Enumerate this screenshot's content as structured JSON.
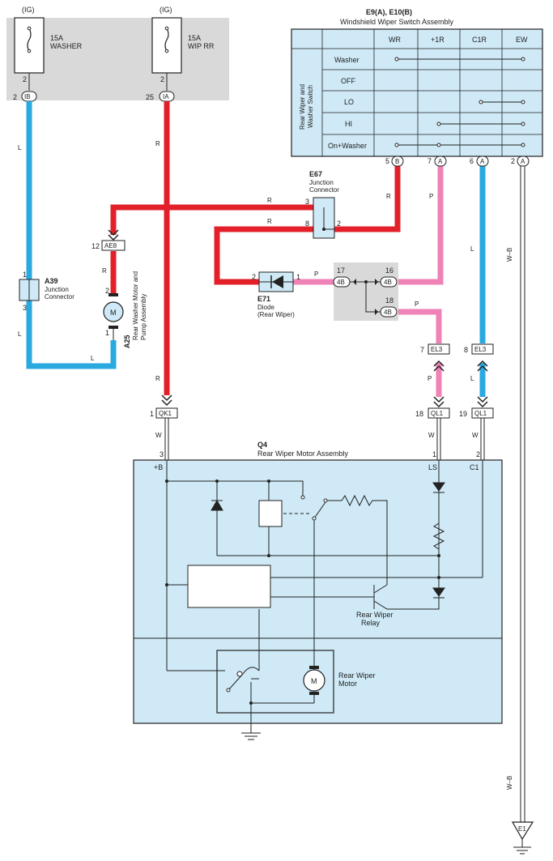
{
  "fuse_box": {
    "fuse_washer": {
      "ig": "(IG)",
      "rating": "15A",
      "name": "WASHER",
      "pin": "2",
      "conn_pin": "2",
      "conn": "IB"
    },
    "fuse_wiprr": {
      "ig": "(IG)",
      "rating": "15A",
      "name": "WIP RR",
      "pin": "2",
      "conn_pin": "25",
      "conn": "IA"
    }
  },
  "switch": {
    "code": "E9(A), E10(B)",
    "title": "Windshield Wiper Switch Assembly",
    "side_label_1": "Rear Wiper and",
    "side_label_2": "Washer Switch",
    "columns": [
      "WR",
      "+1R",
      "C1R",
      "EW"
    ],
    "rows": [
      "Washer",
      "OFF",
      "LO",
      "HI",
      "On+Washer"
    ],
    "terminals": [
      {
        "pin": "5",
        "conn": "B"
      },
      {
        "pin": "7",
        "conn": "A"
      },
      {
        "pin": "6",
        "conn": "A"
      },
      {
        "pin": "2",
        "conn": "A"
      }
    ]
  },
  "junction_e67": {
    "code": "E67",
    "name_1": "Junction",
    "name_2": "Connector",
    "pin3": "3",
    "pin8": "8",
    "pin2": "2"
  },
  "junction_a39": {
    "code": "A39",
    "name_1": "Junction",
    "name_2": "Connector",
    "pin1": "1",
    "pin3": "3"
  },
  "diode_e71": {
    "code": "E71",
    "name": "Diode",
    "sub": "(Rear Wiper)",
    "pin2": "2",
    "pin1": "1"
  },
  "joint_4b": {
    "label": "4B",
    "pin17": "17",
    "pin16": "16",
    "pin18": "18"
  },
  "pump_a25": {
    "code": "A25",
    "name_1": "Rear Washer Motor and",
    "name_2": "Pump Assembly",
    "pin2": "2",
    "pin1": "1",
    "motor": "M"
  },
  "connectors": {
    "ae8": {
      "pin": "12",
      "label": "AE8"
    },
    "el3_a": {
      "pin": "7",
      "label": "EL3"
    },
    "el3_b": {
      "pin": "8",
      "label": "EL3"
    },
    "qk1": {
      "pin": "1",
      "label": "QK1"
    },
    "ql1_a": {
      "pin": "18",
      "label": "QL1"
    },
    "ql1_b": {
      "pin": "19",
      "label": "QL1"
    }
  },
  "wire_colors": {
    "L": "L",
    "R": "R",
    "P": "P",
    "W": "W",
    "WB": "W–B"
  },
  "motor_q4": {
    "code": "Q4",
    "title": "Rear Wiper Motor Assembly",
    "pin3": "3",
    "pin1": "1",
    "pin2": "2",
    "term_b": "+B",
    "term_ls": "LS",
    "term_c1": "C1",
    "relay_1": "Rear Wiper",
    "relay_2": "Relay",
    "motor_1": "Rear Wiper",
    "motor_2": "Motor",
    "motor_symbol": "M"
  },
  "ground": {
    "label": "E1"
  },
  "colors": {
    "blue_wire": "#29a9e0",
    "red_wire": "#e3202a",
    "pink_wire": "#ef82b6",
    "panel": "#cfe9f6",
    "grey_box": "#d9d9d9",
    "line": "#222222"
  }
}
